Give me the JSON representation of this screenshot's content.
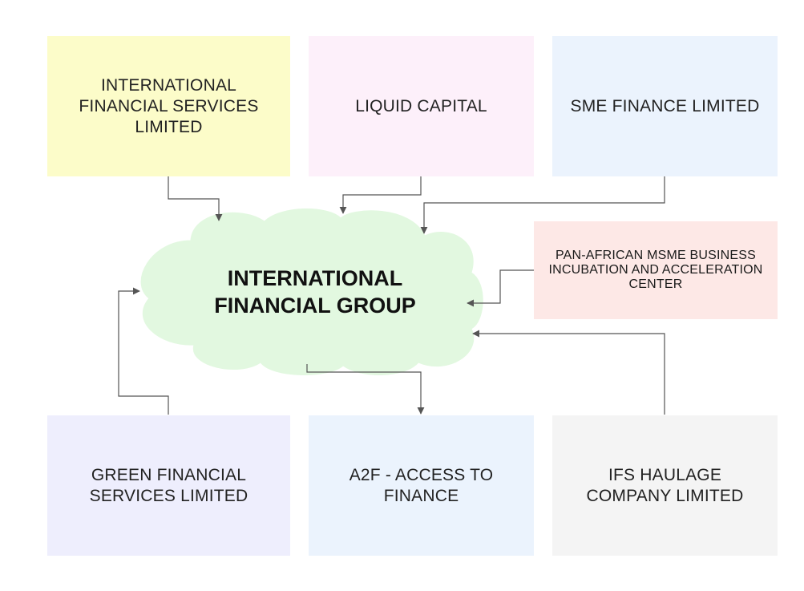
{
  "colors": {
    "ifs_box": "#fcfcc9",
    "liquid_box": "#fdf0fa",
    "sme_box": "#ebf3fd",
    "panafrican_box": "#fde8e6",
    "green_box": "#eeeefd",
    "a2f_box": "#ebf3fd",
    "haulage_box": "#f4f4f4",
    "cloud_fill": "#e2f8e0",
    "connector": "#555555"
  },
  "nodes": {
    "center": "INTERNATIONAL FINANCIAL GROUP",
    "ifs": "INTERNATIONAL FINANCIAL SERVICES LIMITED",
    "liquid": "LIQUID CAPITAL",
    "sme": "SME FINANCE LIMITED",
    "panafrican": "PAN-AFRICAN MSME BUSINESS INCUBATION AND ACCELERATION CENTER",
    "green": "GREEN FINANCIAL SERVICES LIMITED",
    "a2f": "A2F - ACCESS TO FINANCE",
    "haulage": "IFS HAULAGE COMPANY LIMITED"
  }
}
